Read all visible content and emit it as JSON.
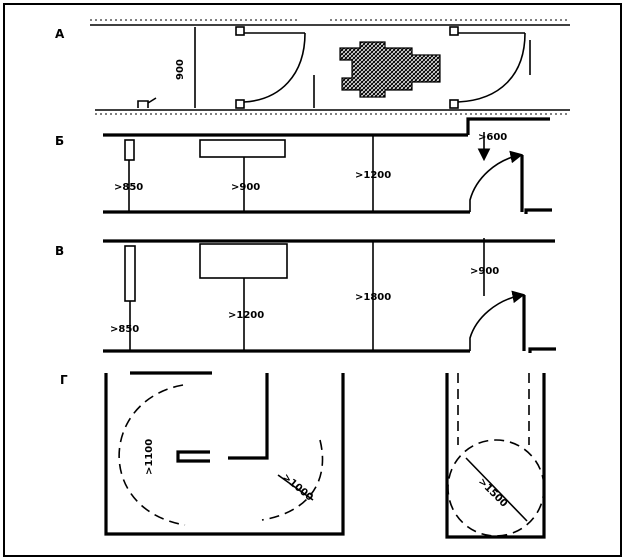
{
  "sections": [
    {
      "id": "A",
      "label": "А",
      "dims": [
        "900"
      ]
    },
    {
      "id": "B",
      "label": "Б",
      "dims": [
        ">850",
        ">900",
        ">1200",
        ">600"
      ]
    },
    {
      "id": "V",
      "label": "В",
      "dims": [
        ">850",
        ">1200",
        ">1800",
        ">900"
      ]
    },
    {
      "id": "G",
      "label": "Г",
      "dims": [
        ">1100",
        ">1000",
        ">1500"
      ]
    }
  ],
  "colors": {
    "line": "#000000",
    "background": "#ffffff",
    "fill": "#555555"
  }
}
